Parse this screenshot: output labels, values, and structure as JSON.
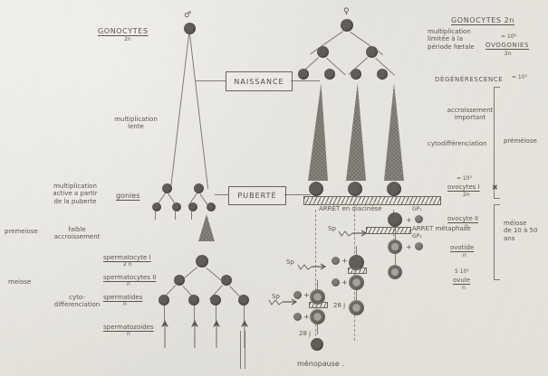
{
  "document": {
    "title": "Gametogenese - schema compare spermatogenese / ovogenese",
    "language": "fr"
  },
  "male_side": {
    "symbol": "♂",
    "header_label": "GONOCYTES",
    "header_ploidy": "2n",
    "stage_labels": {
      "multiplication_lente": "multiplication\nlente",
      "gonies": "gonies",
      "spermatocyte_I": "spermatocyte I",
      "spermatocyte_I_ploidy": "2 n",
      "spermatocytes_II": "spermatocytes II",
      "spermatocytes_II_ploidy": "n",
      "spermatides": "spermatides",
      "spermatides_ploidy": "n",
      "spermatozoides": "spermatozoides",
      "spermatozoides_ploidy": "n"
    }
  },
  "left_column": {
    "items": [
      "multiplication\nactive a partir\nde la puberte",
      "faible\naccroissement",
      "cyto-\ndifferenciation"
    ],
    "phases": [
      "premeiose",
      "meiose"
    ]
  },
  "milestones": {
    "naissance": "NAISSANCE",
    "puberte": "PUBERTÉ",
    "menopause": "ménopause ."
  },
  "female_side": {
    "symbol": "♀",
    "header_line1": "GONOCYTES 2n",
    "multiplication_note": "multiplication\nlimitée à la\npériode fœtale",
    "ovogonies_count": "≃ 10⁶",
    "ovogonies_label": "OVOGONIES",
    "ovogonies_ploidy": "2n",
    "degenerescence_label": "DÉGÉNÉRESCENCE",
    "degenerescence_value": "≃ 10⁵",
    "accroissement": "accroissement\nimportant",
    "cytodifferenciation": "cytodifférenciation",
    "premeiose_bracket": "préméiose",
    "meiose_bracket": "méiose\nde 10 à 50\nans",
    "ovocyte_I_count": "≃ 10⁵",
    "ovocyte_I_label": "ovocytes I",
    "ovocyte_I_ploidy": "2n",
    "ovocyte_II_label": "ovocyte II",
    "ovocyte_II_ploidy": "n",
    "ovotide_label": "ovotide",
    "ovotide_ploidy": "n",
    "ovule_count": "5 10²",
    "ovule_label": "ovule",
    "ovule_ploidy": "n",
    "arret_diacinese": "ARRET en diacinèse",
    "arret_metaphase": "ARRET métaphase",
    "polar_bodies": [
      "GP₁",
      "GP₂"
    ],
    "sperm_label": "Sp",
    "cycle_label": "28 j",
    "plus_sign": "+"
  },
  "colors": {
    "paper": "#eceae4",
    "ink": "#5a5550",
    "cell": "#68635e",
    "line": "#6f6a64"
  }
}
